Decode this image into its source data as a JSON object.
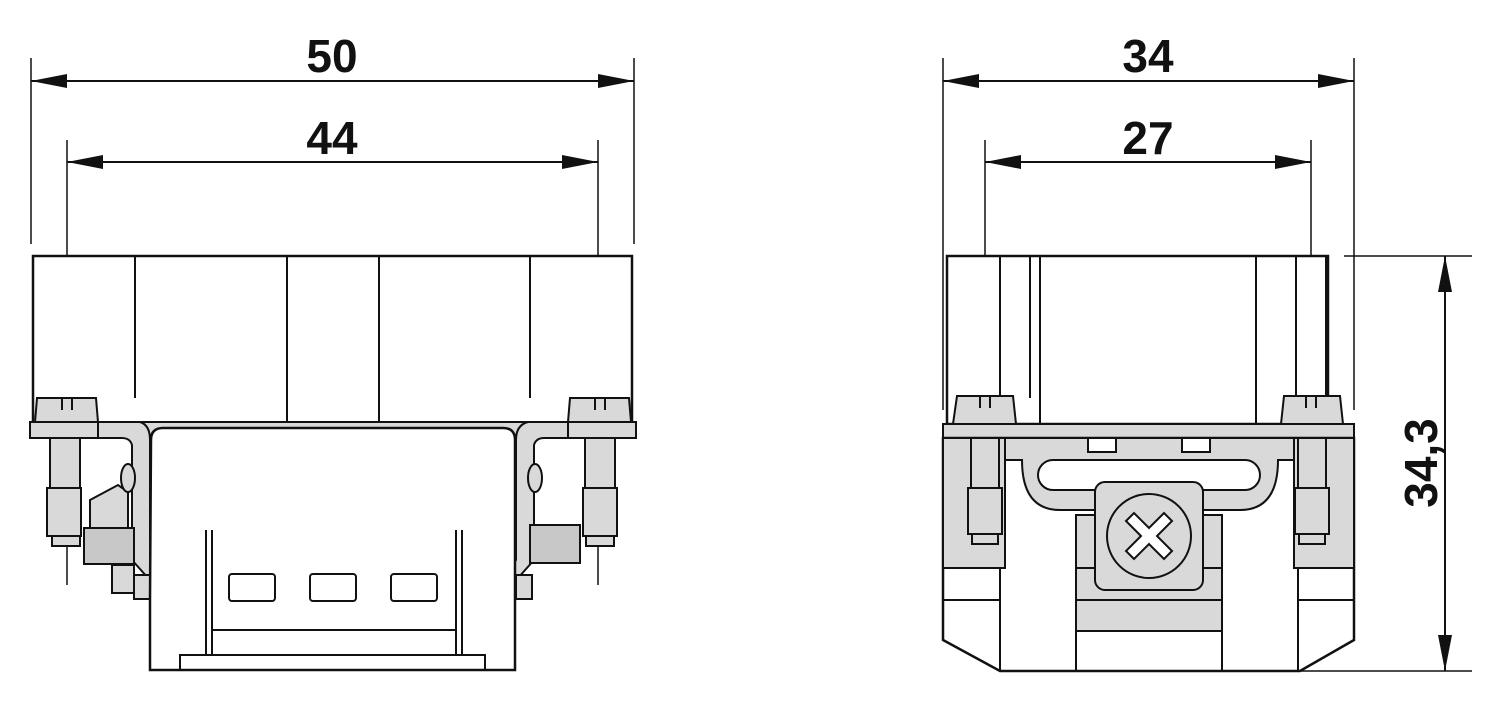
{
  "dimensions": {
    "front_outer_width": "50",
    "front_inner_width": "44",
    "side_outer_width": "34",
    "side_inner_width": "27",
    "side_height": "34,3"
  }
}
